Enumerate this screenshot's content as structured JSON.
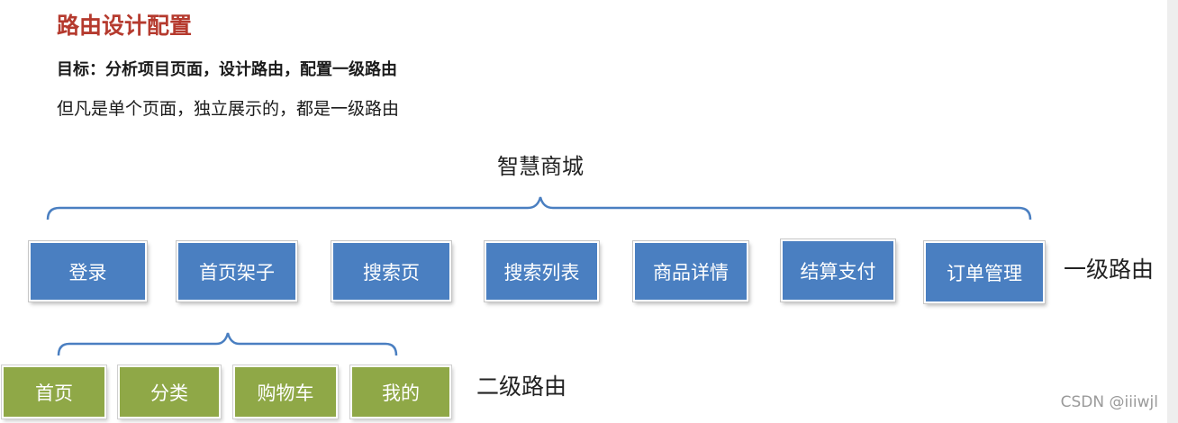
{
  "title": "路由设计配置",
  "goal": "目标：分析项目页面，设计路由，配置一级路由",
  "note": "但凡是单个页面，独立展示的，都是一级路由",
  "diagram": {
    "root": "智慧商城",
    "level1": {
      "label": "一级路由",
      "color": "#4a7fc1",
      "nodes": [
        "登录",
        "首页架子",
        "搜索页",
        "搜索列表",
        "商品详情",
        "结算支付",
        "订单管理"
      ]
    },
    "level2": {
      "label": "二级路由",
      "color": "#8fa847",
      "nodes": [
        "首页",
        "分类",
        "购物车",
        "我的"
      ]
    }
  },
  "watermark": "CSDN @iiiwjl"
}
